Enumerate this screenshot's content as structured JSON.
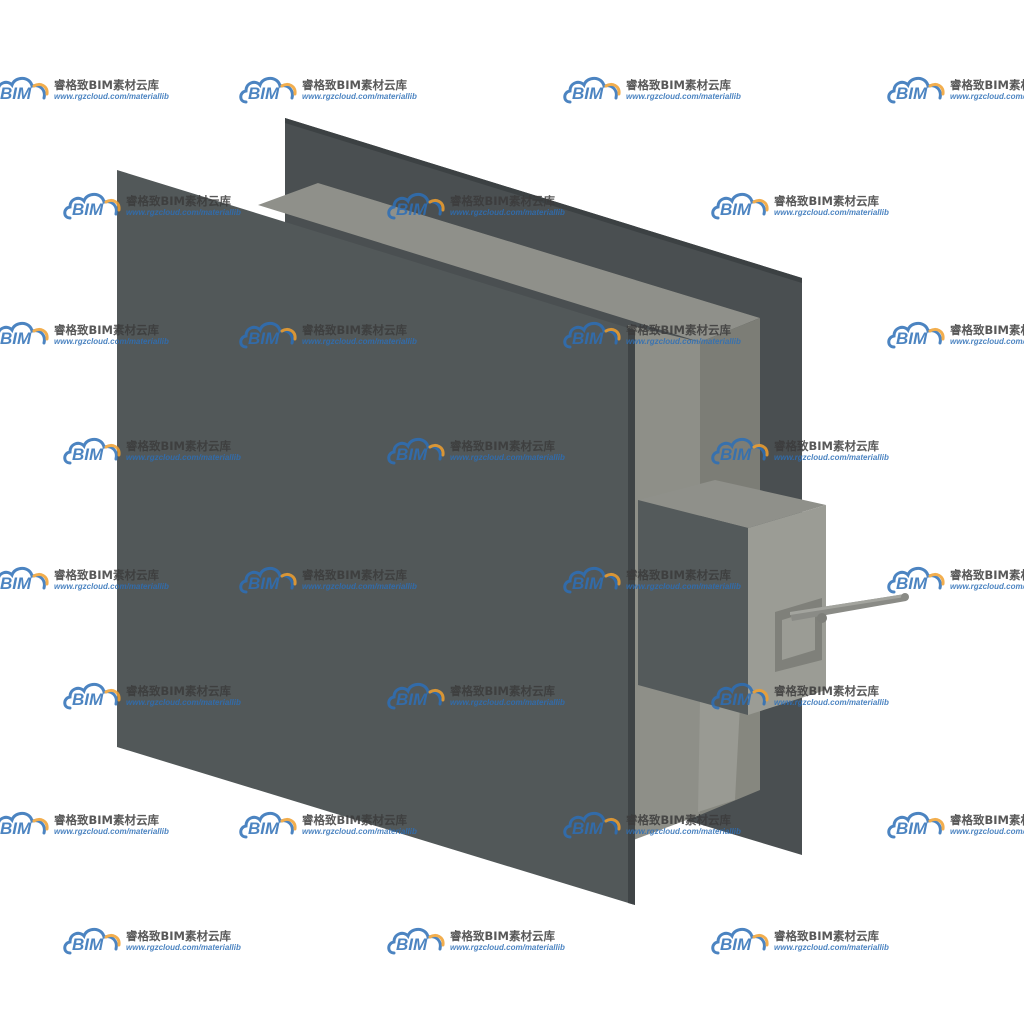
{
  "watermark": {
    "logo_text": "BIM",
    "title": "睿格致BIM素材云库",
    "url": "www.rgzcloud.com/materiallib"
  },
  "colors": {
    "background": "#ffffff",
    "back_plate": "#4a4f51",
    "front_plate": "#525859",
    "sleeve_face": "#8e8f88",
    "sleeve_side": "#7c7d76",
    "actuator_box_front": "#545a5b",
    "actuator_box_top": "#8f908a",
    "actuator_box_side": "#9b9c95",
    "rod": "#8a8b86",
    "watermark_blue": "#2d6fb7",
    "watermark_orange": "#f0a030"
  },
  "icons": {
    "watermark_logo": "cloud-bim-logo-icon"
  }
}
